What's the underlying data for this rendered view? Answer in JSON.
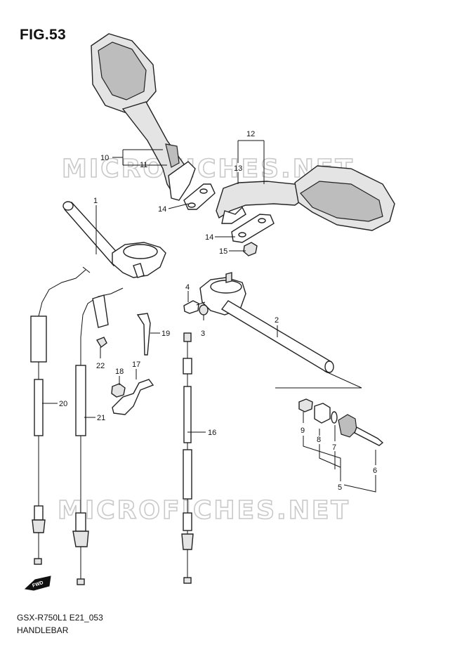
{
  "figure": {
    "title": "FIG.53",
    "code": "GSX-R750L1 E21_053",
    "name": "HANDLEBAR"
  },
  "watermark": {
    "text": "MICROFICHES.NET"
  },
  "callouts": [
    "1",
    "2",
    "3",
    "4",
    "5",
    "6",
    "7",
    "8",
    "9",
    "10",
    "11",
    "12",
    "13",
    "14",
    "14",
    "15",
    "16",
    "17",
    "18",
    "19",
    "20",
    "21",
    "22"
  ],
  "fwd_label": "FWD",
  "icons": [
    "fwd-arrow-icon"
  ]
}
